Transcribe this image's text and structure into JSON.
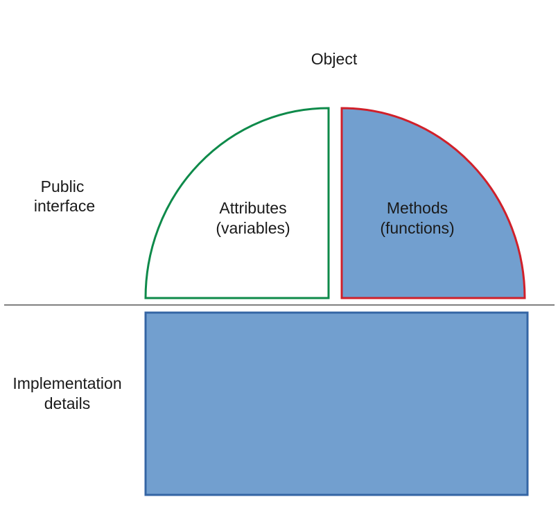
{
  "diagram": {
    "title": "Object",
    "sections": {
      "public": {
        "line1": "Public",
        "line2": "interface"
      },
      "implementation": {
        "line1": "Implementation",
        "line2": "details"
      }
    },
    "attributes": {
      "line1": "Attributes",
      "line2": "(variables)"
    },
    "methods": {
      "line1": "Methods",
      "line2": "(functions)"
    }
  },
  "colors": {
    "attributes_stroke": "#0e8a4a",
    "attributes_fill": "#ffffff",
    "methods_stroke": "#d0202a",
    "methods_fill": "#729fcf",
    "implementation_fill": "#729fcf",
    "implementation_stroke": "#3465a4",
    "divider": "#333333",
    "text": "#1a1a1a"
  }
}
